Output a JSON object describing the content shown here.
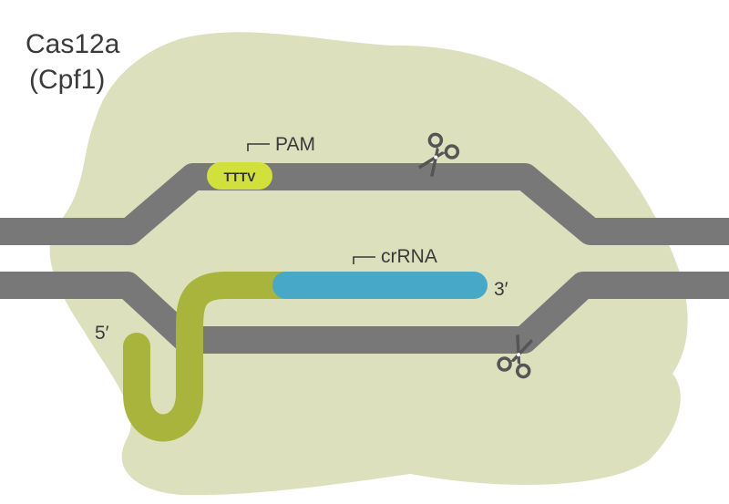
{
  "title_line1": "Cas12a",
  "title_line2": "(Cpf1)",
  "pam_label": "PAM",
  "pam_sequence": "TTTV",
  "crrna_label": "crRNA",
  "five_prime": "5′",
  "three_prime": "3′",
  "icons": {
    "scissors_top": "scissors-icon",
    "scissors_bottom": "scissors-icon"
  },
  "colors": {
    "background": "#ffffff",
    "protein_blob": "#dce0bd",
    "dna_strand": "#787878",
    "crrna_handle": "#a8b43c",
    "crrna_spacer": "#47a9c7",
    "pam_box": "#d2e03c",
    "text": "#3a3a3a"
  }
}
